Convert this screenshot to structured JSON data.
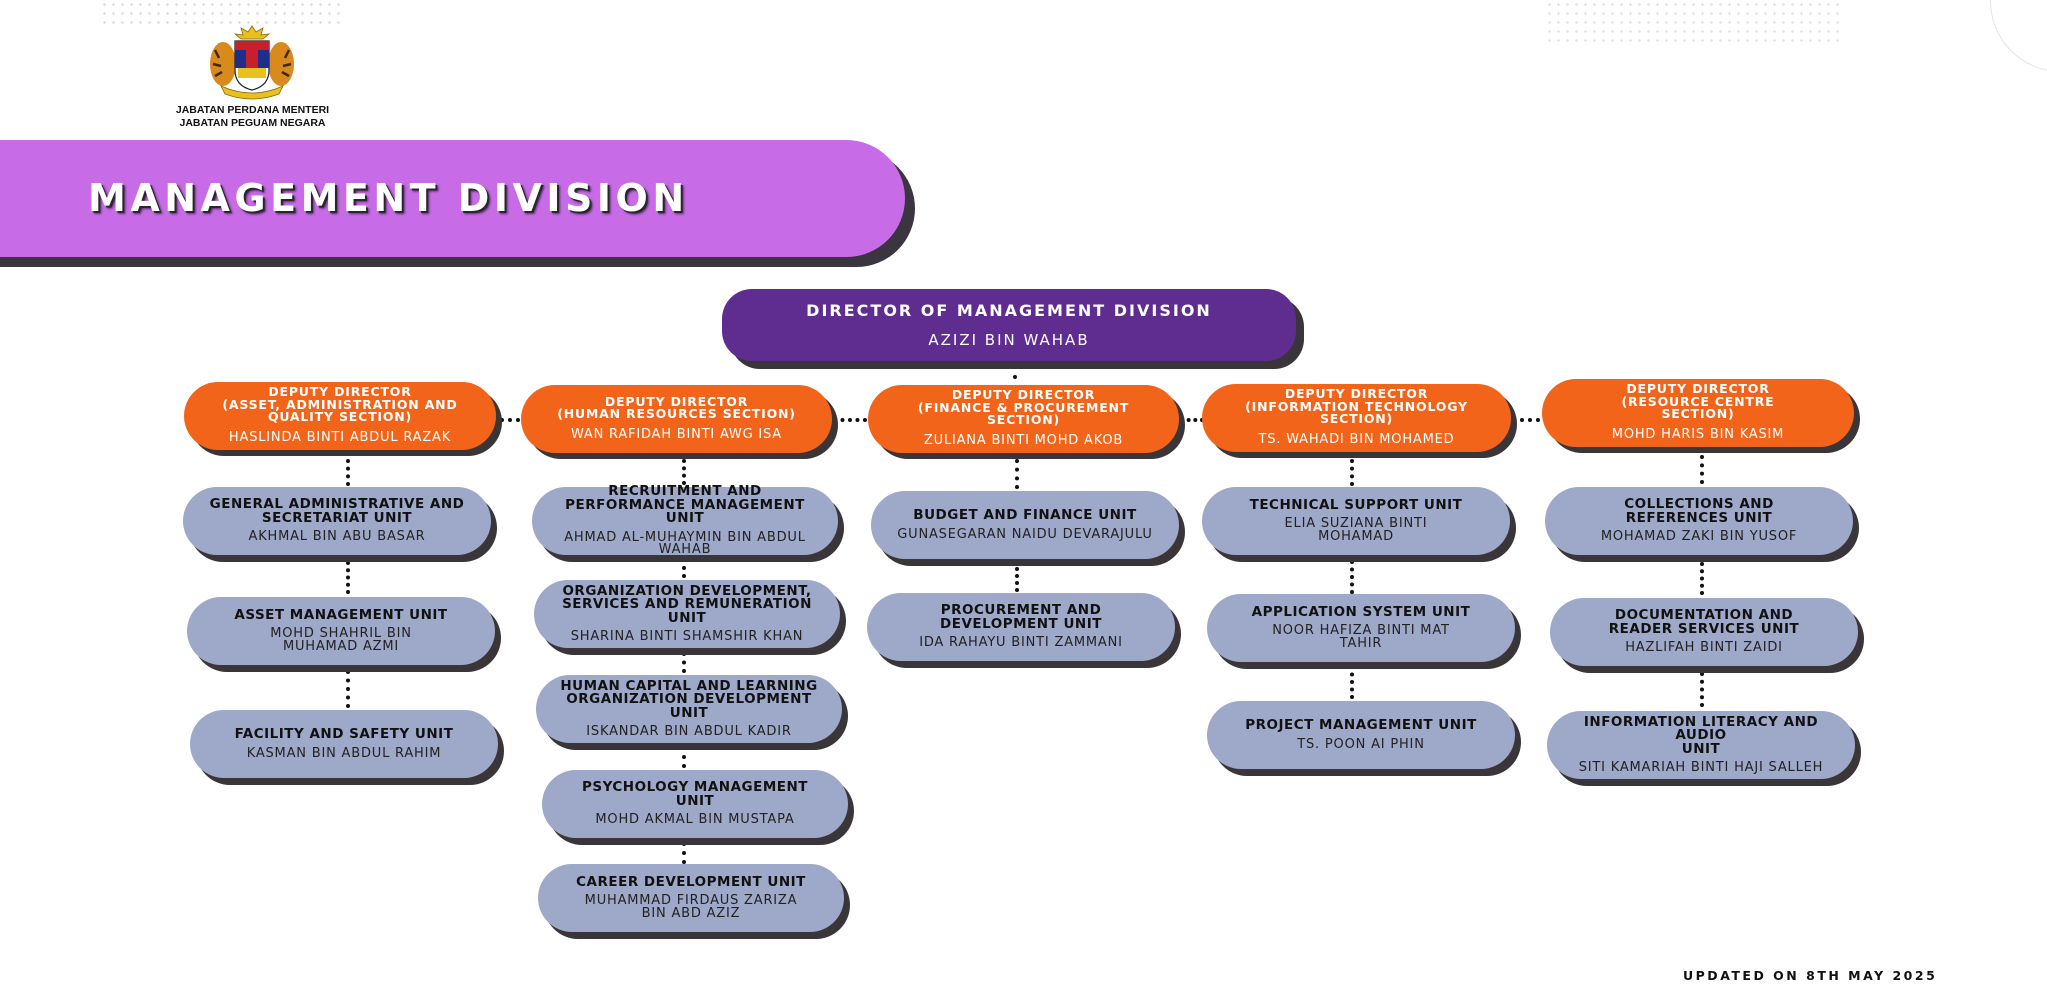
{
  "header": {
    "agency_line1": "JABATAN PERDANA MENTERI",
    "agency_line2": "JABATAN PEGUAM NEGARA",
    "crest_icon": "malaysia-coat-of-arms-icon"
  },
  "banner": {
    "title": "MANAGEMENT DIVISION",
    "color": "#c76be6"
  },
  "director": {
    "title": "DIRECTOR OF MANAGEMENT DIVISION",
    "name": "AZIZI BIN WAHAB",
    "color": "#5e2d8f"
  },
  "deputies": [
    {
      "title": "DEPUTY DIRECTOR\n(ASSET, ADMINISTRATION AND\nQUALITY SECTION)",
      "name": "HASLINDA BINTI ABDUL RAZAK"
    },
    {
      "title": "DEPUTY DIRECTOR\n(HUMAN RESOURCES SECTION)",
      "name": "WAN RAFIDAH BINTI AWG ISA"
    },
    {
      "title": "DEPUTY DIRECTOR\n(FINANCE & PROCUREMENT\nSECTION)",
      "name": "ZULIANA BINTI MOHD AKOB"
    },
    {
      "title": "DEPUTY DIRECTOR\n(INFORMATION TECHNOLOGY\nSECTION)",
      "name": "TS. WAHADI BIN MOHAMED"
    },
    {
      "title": "DEPUTY DIRECTOR\n(RESOURCE CENTRE\nSECTION)",
      "name": "MOHD HARIS BIN KASIM"
    }
  ],
  "units": [
    {
      "title": "GENERAL ADMINISTRATIVE  AND\nSECRETARIAT UNIT",
      "name": "AKHMAL BIN ABU BASAR"
    },
    {
      "title": "ASSET MANAGEMENT UNIT",
      "name": "MOHD SHAHRIL BIN\nMUHAMAD AZMI"
    },
    {
      "title": "FACILITY AND SAFETY UNIT",
      "name": "KASMAN BIN ABDUL RAHIM"
    },
    {
      "title": "RECRUITMENT AND\nPERFORMANCE MANAGEMENT\nUNIT",
      "name": "AHMAD AL-MUHAYMIN BIN ABDUL\nWAHAB"
    },
    {
      "title": "ORGANIZATION DEVELOPMENT,\nSERVICES AND REMUNERATION UNIT",
      "name": "SHARINA BINTI SHAMSHIR KHAN"
    },
    {
      "title": "HUMAN CAPITAL AND LEARNING\nORGANIZATION DEVELOPMENT\nUNIT",
      "name": "ISKANDAR BIN ABDUL KADIR"
    },
    {
      "title": "PSYCHOLOGY MANAGEMENT\nUNIT",
      "name": "MOHD AKMAL BIN MUSTAPA"
    },
    {
      "title": "CAREER DEVELOPMENT UNIT",
      "name": "MUHAMMAD FIRDAUS ZARIZA\nBIN ABD AZIZ"
    },
    {
      "title": "BUDGET AND FINANCE UNIT",
      "name": "GUNASEGARAN NAIDU DEVARAJULU"
    },
    {
      "title": "PROCUREMENT AND\nDEVELOPMENT UNIT",
      "name": "IDA RAHAYU BINTI ZAMMANI"
    },
    {
      "title": "TECHNICAL SUPPORT UNIT",
      "name": "ELIA SUZIANA BINTI\nMOHAMAD"
    },
    {
      "title": "APPLICATION SYSTEM UNIT",
      "name": "NOOR HAFIZA BINTI MAT\nTAHIR"
    },
    {
      "title": "PROJECT MANAGEMENT UNIT",
      "name": "TS. POON AI PHIN"
    },
    {
      "title": "COLLECTIONS AND\nREFERENCES UNIT",
      "name": "MOHAMAD ZAKI BIN YUSOF"
    },
    {
      "title": "DOCUMENTATION AND\nREADER SERVICES UNIT",
      "name": "HAZLIFAH BINTI ZAIDI"
    },
    {
      "title": "INFORMATION LITERACY AND AUDIO\nUNIT",
      "name": "SITI KAMARIAH BINTI HAJI SALLEH"
    }
  ],
  "footer": {
    "updated": "UPDATED ON 8TH MAY 2025"
  },
  "colors": {
    "deputy": "#f26419",
    "unit": "#9ea8c8",
    "shadow": "#3a3538"
  }
}
